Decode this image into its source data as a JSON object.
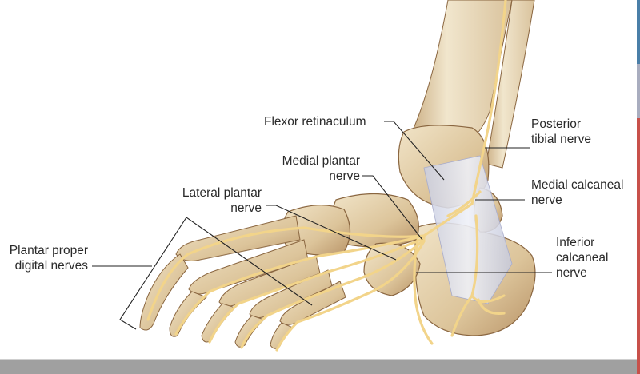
{
  "figure": {
    "labels": {
      "flexor_retinaculum": "Flexor retinaculum",
      "posterior_tibial_nerve": [
        "Posterior",
        "tibial nerve"
      ],
      "medial_plantar_nerve": [
        "Medial plantar",
        "nerve"
      ],
      "lateral_plantar_nerve": [
        "Lateral plantar",
        "nerve"
      ],
      "medial_calcaneal_nerve": [
        "Medial calcaneal",
        "nerve"
      ],
      "inferior_calcaneal_nerve": [
        "Inferior",
        "calcaneal",
        "nerve"
      ],
      "plantar_proper_digital_nerves": [
        "Plantar proper",
        "digital nerves"
      ]
    },
    "colors": {
      "bone": "#e6d3b0",
      "bone_shadow": "#b99468",
      "bone_outline": "#8a6640",
      "nerve": "#f2d48a",
      "nerve_outline": "#c9a24f",
      "retinaculum": "#dfe2ee",
      "leader": "#222222"
    }
  },
  "frame": {
    "bottom_bar_color": "#a0a0a0",
    "side_strip": [
      {
        "color": "#4a7fa8",
        "from": 0,
        "to": 80
      },
      {
        "color": "#a9adbf",
        "from": 80,
        "to": 148
      },
      {
        "color": "#c8504a",
        "from": 148,
        "to": 468
      }
    ]
  }
}
